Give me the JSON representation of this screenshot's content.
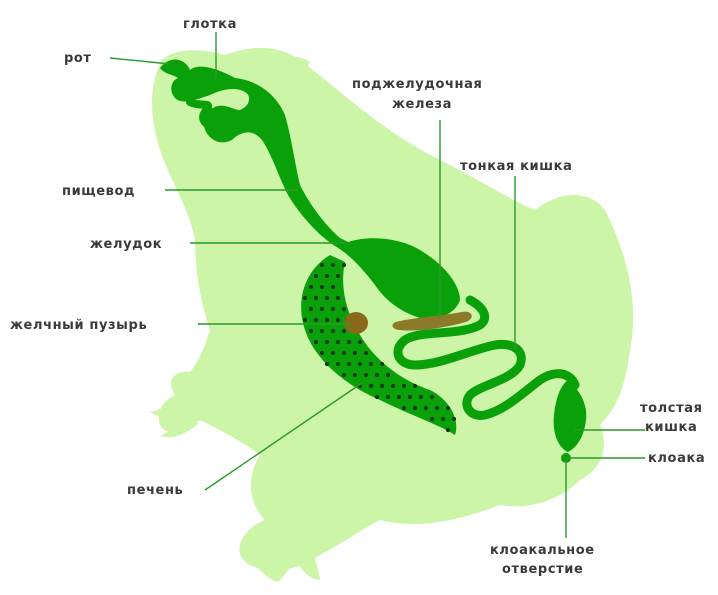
{
  "colors": {
    "body": "#ccf5a8",
    "organ": "#0aa00a",
    "liver_dots": "#0b3a0b",
    "gallbladder": "#8a6a1a",
    "pancreas": "#8a7a2a",
    "leader": "#2a9a2a",
    "label": "#3a3a3a"
  },
  "labels": {
    "mouth": "рот",
    "pharynx": "глотка",
    "pancreas_1": "поджелудочная",
    "pancreas_2": "железа",
    "small_intestine": "тонкая кишка",
    "esophagus": "пищевод",
    "stomach": "желудок",
    "gallbladder": "желчный пузырь",
    "large_intestine_1": "толстая",
    "large_intestine_2": "кишка",
    "cloaca": "клоака",
    "liver": "печень",
    "cloacal_opening_1": "клоакальное",
    "cloacal_opening_2": "отверстие"
  }
}
